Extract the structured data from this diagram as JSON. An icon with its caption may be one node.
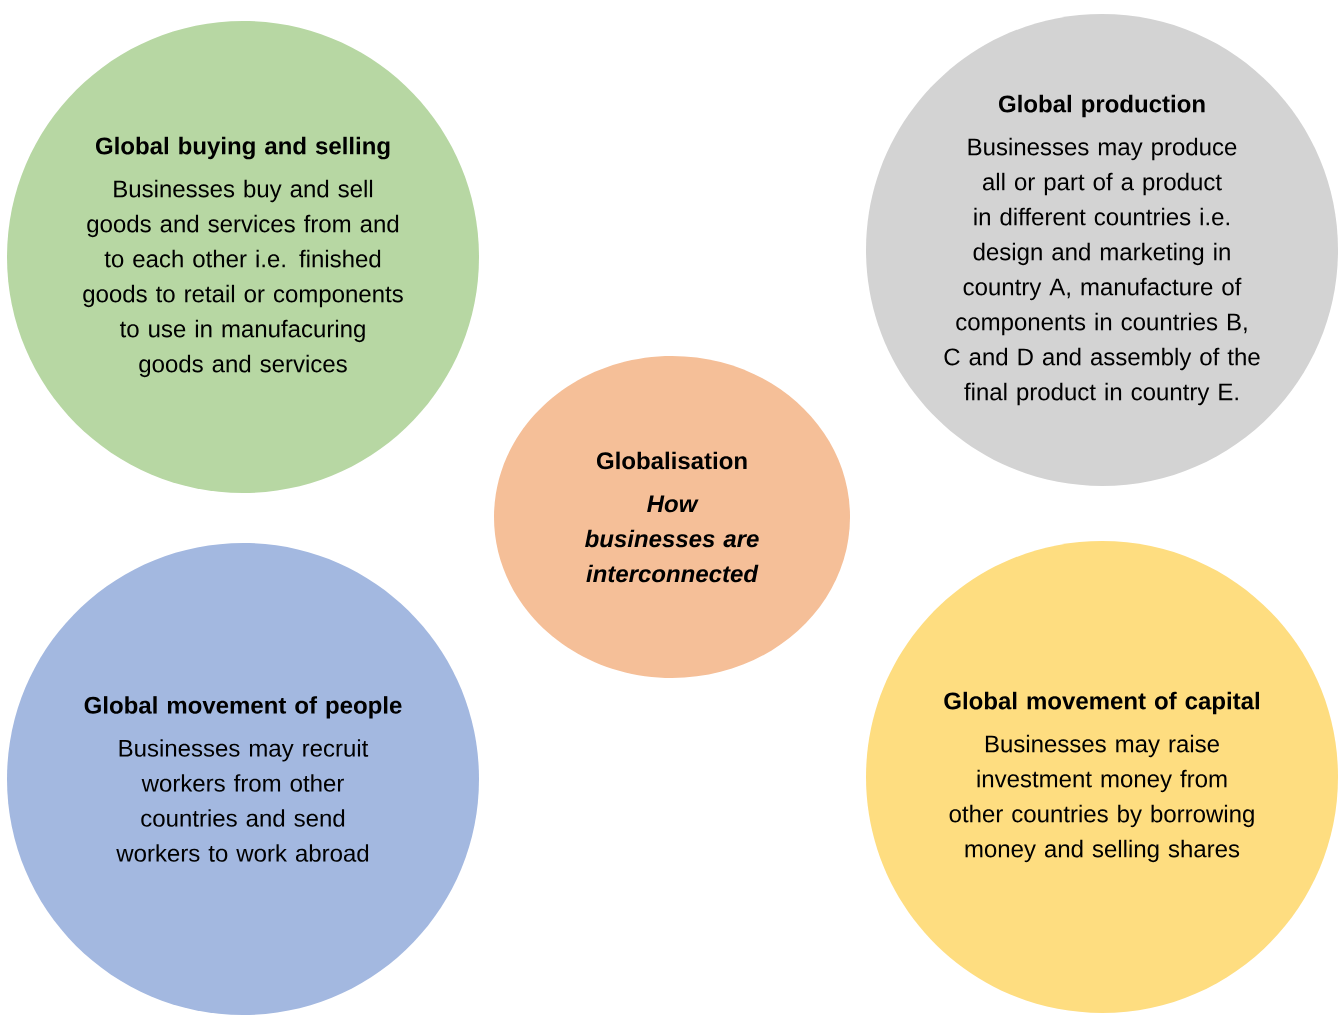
{
  "diagram": {
    "nodes": [
      {
        "text": [
          "Global buying and selling",
          "Businesses buy and sell goods and services from and to each other i.e. finished goods to retail or components to use in manufacuring goods and services"
        ]
      },
      {
        "text": [
          "Global production",
          "Businesses may produce all or part of a product in different countries i.e. design and marketing in country A, manufacture of components in countries B, C and D and assembly of the final product in country E."
        ]
      },
      {
        "text": [
          "Globalisation",
          "How businesses are interconnected"
        ]
      },
      {
        "text": [
          "Global movement of people",
          "Businesses may recruit workers from other countries and send workers to work abroad"
        ]
      },
      {
        "text": [
          "Global movement of capital",
          "Businesses may raise investment money from other countries by borrowing money and selling shares"
        ]
      }
    ]
  }
}
